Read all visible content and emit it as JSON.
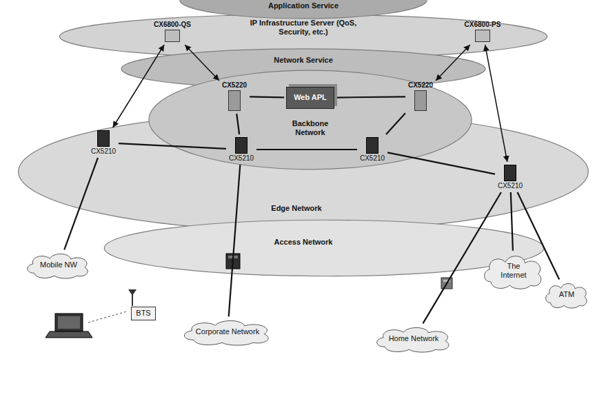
{
  "diagram": {
    "nodes": [
      {
        "text": [
          "Application Service"
        ]
      },
      {
        "text": [
          "IP Infrastructure Server (QoS, Security, etc.)"
        ]
      },
      {
        "text": [
          "CX6800-QS"
        ],
        "in": 1
      },
      {
        "text": [
          "CX6800-PS"
        ],
        "in": 1
      },
      {
        "text": [
          "Network Service"
        ]
      },
      {
        "text": [
          "Backbone Network"
        ]
      },
      {
        "text": [
          "CX5220"
        ],
        "in": 5
      },
      {
        "text": [
          "Web APL"
        ],
        "in": 5
      },
      {
        "text": [
          "CX5220"
        ],
        "in": 5
      },
      {
        "text": [
          "CX5210"
        ]
      },
      {
        "text": [
          "CX5210"
        ]
      },
      {
        "text": [
          "CX5210"
        ]
      },
      {
        "text": [
          "CX5210"
        ]
      },
      {
        "text": [
          "Edge Network"
        ]
      },
      {
        "text": [
          "Mobile NW"
        ]
      },
      {
        "text": [
          "Access Network"
        ]
      },
      {
        "text": [
          "BTS"
        ]
      },
      {
        "text": [
          "The Internet"
        ]
      },
      {
        "text": [
          "ATM"
        ]
      },
      {
        "text": [
          "Corporate Network"
        ]
      },
      {
        "text": [
          "Home Network"
        ]
      }
    ],
    "edges": [
      {
        "from": 2,
        "to": 6,
        "arrow": "both"
      },
      {
        "from": 2,
        "to": 9,
        "arrow": "both"
      },
      {
        "from": 3,
        "to": 8,
        "arrow": "both"
      },
      {
        "from": 3,
        "to": 12,
        "arrow": "both"
      },
      {
        "from": 6,
        "to": 7,
        "arrow": "none"
      },
      {
        "from": 7,
        "to": 8,
        "arrow": "none"
      },
      {
        "from": 6,
        "to": 10,
        "arrow": "none"
      },
      {
        "from": 8,
        "to": 11,
        "arrow": "none"
      },
      {
        "from": 10,
        "to": 11,
        "arrow": "none"
      },
      {
        "from": 9,
        "to": 10,
        "arrow": "none"
      },
      {
        "from": 11,
        "to": 12,
        "arrow": "none"
      },
      {
        "from": 9,
        "to": 14,
        "arrow": "none"
      },
      {
        "from": 10,
        "to": 19,
        "arrow": "none"
      },
      {
        "from": 12,
        "to": 20,
        "arrow": "none"
      },
      {
        "from": 12,
        "to": 17,
        "arrow": "none"
      },
      {
        "from": 12,
        "to": 18,
        "arrow": "none"
      }
    ]
  }
}
